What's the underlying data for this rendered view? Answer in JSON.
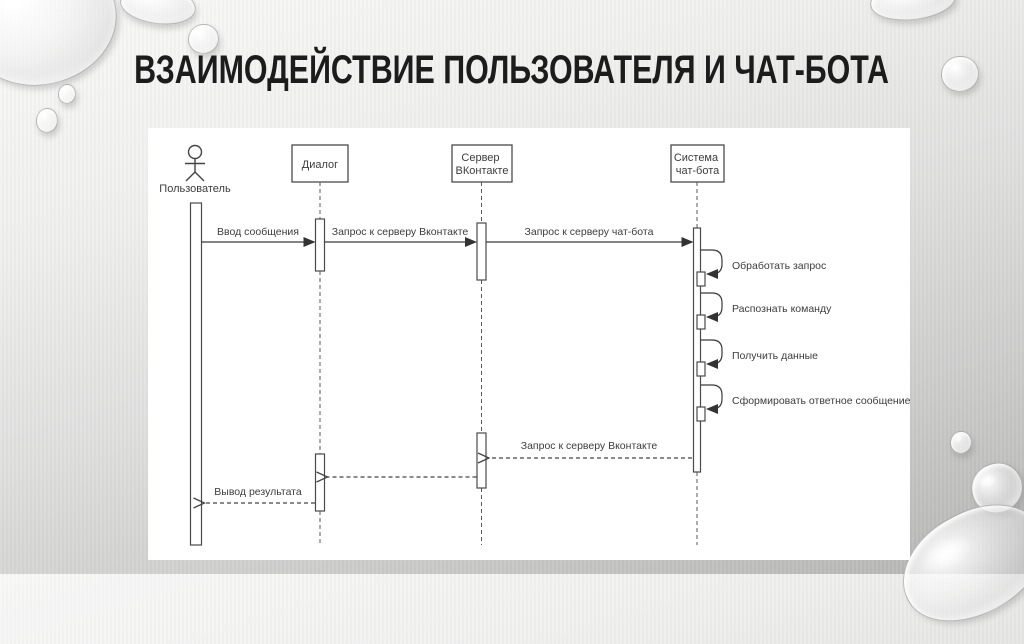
{
  "slide": {
    "title": "ВЗАИМОДЕЙСТВИЕ ПОЛЬЗОВАТЕЛЯ И ЧАТ-БОТА"
  },
  "background": {
    "decor": "water-droplets",
    "bg_top_color": "#f8f8f7",
    "bg_bottom_color": "#b2b2b1",
    "panel_color": "#ffffff"
  },
  "diagram": {
    "type": "uml-sequence",
    "line_color": "#444444",
    "text_color": "#3c3c3c",
    "actor": {
      "label": "Пользователь"
    },
    "participants": [
      {
        "id": "dialog",
        "label_lines": [
          "Диалог",
          ""
        ]
      },
      {
        "id": "vk-server",
        "label_lines": [
          "Сервер",
          "ВКонтакте"
        ]
      },
      {
        "id": "bot-system",
        "label_lines": [
          "Система",
          "чат-бота"
        ]
      }
    ],
    "messages": [
      {
        "label": "Ввод сообщения",
        "from": "Пользователь",
        "to": "Диалог",
        "kind": "sync"
      },
      {
        "label": "Запрос к серверу Вконтакте",
        "from": "Диалог",
        "to": "Сервер ВКонтакте",
        "kind": "sync"
      },
      {
        "label": "Запрос к серверу чат-бота",
        "from": "Сервер ВКонтакте",
        "to": "Система чат-бота",
        "kind": "sync"
      },
      {
        "label": "Обработать запрос",
        "from": "Система чат-бота",
        "to": "Система чат-бота",
        "kind": "self"
      },
      {
        "label": "Распознать команду",
        "from": "Система чат-бота",
        "to": "Система чат-бота",
        "kind": "self"
      },
      {
        "label": "Получить данные",
        "from": "Система чат-бота",
        "to": "Система чат-бота",
        "kind": "self"
      },
      {
        "label": "Сформировать ответное сообщение",
        "from": "Система чат-бота",
        "to": "Система чат-бота",
        "kind": "self"
      },
      {
        "label": "Запрос к серверу Вконтакте",
        "from": "Система чат-бота",
        "to": "Сервер ВКонтакте",
        "kind": "return"
      },
      {
        "label": "",
        "from": "Сервер ВКонтакте",
        "to": "Диалог",
        "kind": "return"
      },
      {
        "label": "Вывод результата",
        "from": "Диалог",
        "to": "Пользователь",
        "kind": "return"
      }
    ]
  }
}
